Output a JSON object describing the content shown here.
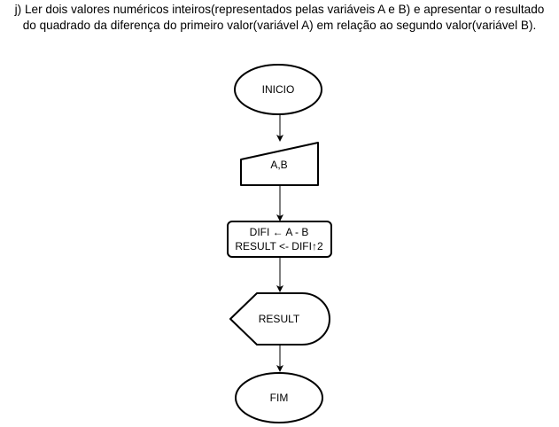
{
  "statement": {
    "line1": "j) Ler dois valores numéricos inteiros(representados pelas variáveis A e B) e apresentar o resultado",
    "line2": "do quadrado da diferença do primeiro valor(variável A) em relação ao segundo valor(variável B)."
  },
  "flowchart": {
    "start_label": "INICIO",
    "input_label": "A,B",
    "process_line1": "DIFI ← A - B",
    "process_line2": "RESULT <- DIFI↑2",
    "display_label": "RESULT",
    "end_label": "FIM"
  },
  "colors": {
    "stroke": "#000000",
    "fill": "#ffffff",
    "text": "#000000"
  }
}
